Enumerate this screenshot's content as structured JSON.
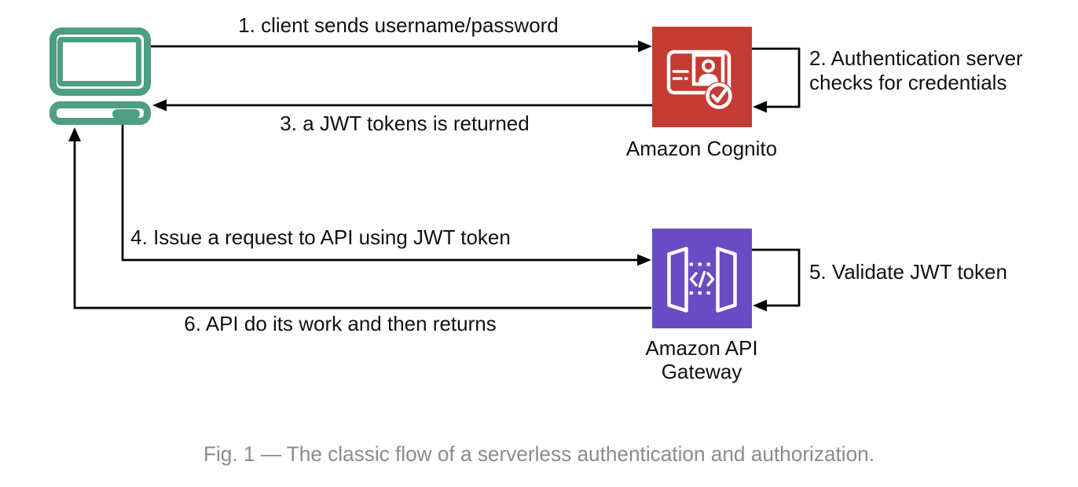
{
  "caption": "Fig. 1 — The classic flow of a serverless authentication and authorization.",
  "nodes": {
    "client": {
      "icon": "computer-monitor-icon"
    },
    "cognito": {
      "label": "Amazon Cognito",
      "icon": "id-card-check-icon"
    },
    "api_gateway": {
      "label_line1": "Amazon API",
      "label_line2": "Gateway",
      "icon": "gateway-code-icon",
      "glyph": "</>"
    }
  },
  "steps": [
    {
      "label": "1. client sends username/password"
    },
    {
      "label_line1": "2. Authentication server",
      "label_line2": "checks for credentials"
    },
    {
      "label": "3. a JWT tokens is returned"
    },
    {
      "label": "4. Issue a request to API using JWT token"
    },
    {
      "label": "5. Validate JWT token"
    },
    {
      "label": "6. API do its work and then returns"
    }
  ],
  "colors": {
    "client": "#4D9E82",
    "cognito": "#C43B33",
    "api_gateway": "#6B4BC4",
    "arrow": "#000000",
    "label_text": "#111111",
    "caption": "#8C8C8C"
  }
}
